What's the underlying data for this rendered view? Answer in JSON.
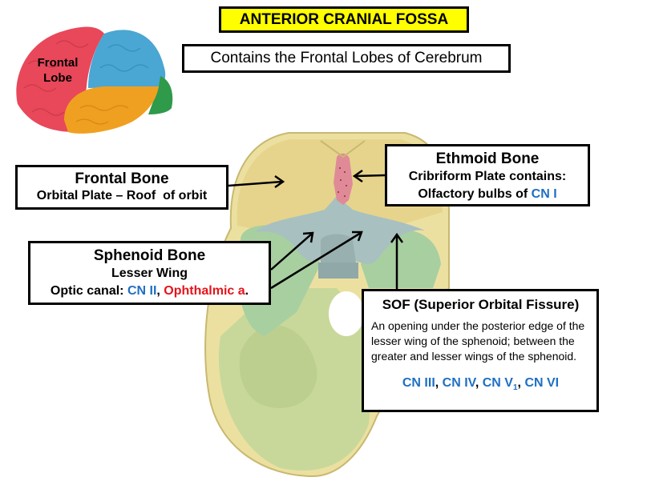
{
  "title": "ANTERIOR CRANIAL FOSSA",
  "subtitle": "Contains the Frontal Lobes of Cerebrum",
  "brain": {
    "label_line1": "Frontal",
    "label_line2": "Lobe",
    "colors": {
      "frontal": "#e8485a",
      "parietal": "#4aa6d2",
      "temporal": "#f0a020",
      "occipital": "#2f9a4a"
    }
  },
  "frontal_bone": {
    "heading": "Frontal Bone",
    "detail": "Orbital Plate – Roof  of orbit"
  },
  "ethmoid_bone": {
    "heading": "Ethmoid Bone",
    "detail_line1": "Cribriform Plate contains:",
    "detail_line2_prefix": "Olfactory bulbs of ",
    "detail_line2_nerve": "CN I"
  },
  "sphenoid_bone": {
    "heading": "Sphenoid Bone",
    "subheading": "Lesser Wing",
    "optic_prefix": "Optic canal: ",
    "optic_nerve": "CN II",
    "separator": ", ",
    "optic_artery": "Ophthalmic a",
    "period": "."
  },
  "sof": {
    "heading": "SOF (Superior Orbital Fissure)",
    "description": "An opening under the posterior edge of the lesser wing of the sphenoid; between the greater and lesser wings of the sphenoid.",
    "nerves": [
      "CN III",
      "CN IV",
      "CN V",
      "CN VI"
    ],
    "nerve_v_subscript": "1",
    "separator": ", "
  },
  "colors": {
    "title_bg": "#ffff00",
    "nerve_blue": "#1f6fc2",
    "artery_red": "#e4141b",
    "frontal_bone": "#e6d48c",
    "ethmoid": "#e08a98",
    "sphenoid": "#a8c0c0",
    "middle_fossa": "#a8cfa0",
    "posterior_fossa": "#c8d89a"
  }
}
